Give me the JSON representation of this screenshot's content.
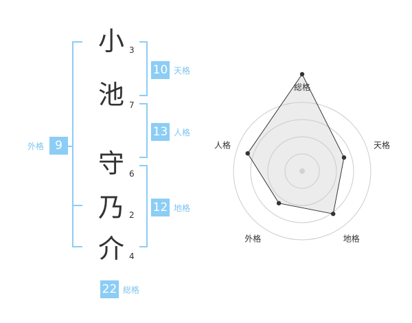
{
  "name": {
    "characters": [
      {
        "char": "小",
        "strokes": "3"
      },
      {
        "char": "池",
        "strokes": "7"
      },
      {
        "char": "守",
        "strokes": "6"
      },
      {
        "char": "乃",
        "strokes": "2"
      },
      {
        "char": "介",
        "strokes": "4"
      }
    ]
  },
  "fortunes": {
    "tenkaku": {
      "value": "10",
      "label": "天格"
    },
    "jinkaku": {
      "value": "13",
      "label": "人格"
    },
    "chikaku": {
      "value": "12",
      "label": "地格"
    },
    "gaikaku": {
      "value": "9",
      "label": "外格"
    },
    "soukaku": {
      "value": "22",
      "label": "総格"
    }
  },
  "chart_data": {
    "type": "radar",
    "axes": [
      "総格",
      "天格",
      "地格",
      "外格",
      "人格"
    ],
    "values": [
      22,
      10,
      12,
      9,
      13
    ],
    "rings": 4,
    "scale_max": 15.6
  },
  "colors": {
    "accent": "#8bcdf5",
    "accent_text": "#7fc4ee",
    "text": "#333333"
  }
}
